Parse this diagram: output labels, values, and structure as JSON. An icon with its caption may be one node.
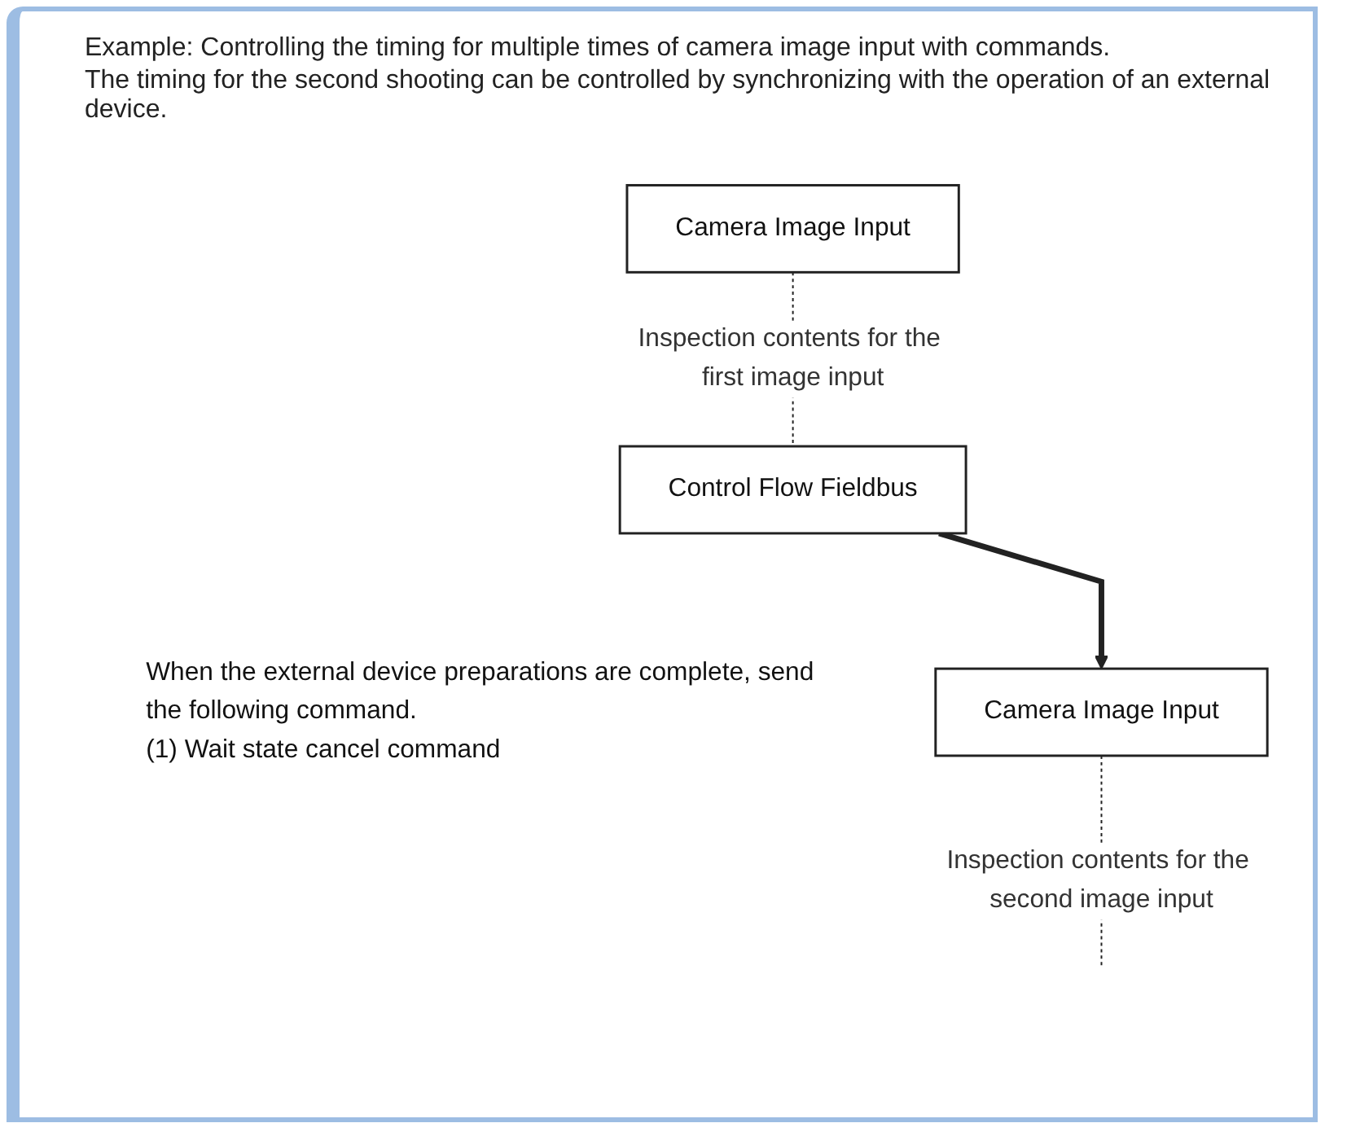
{
  "diagram": {
    "nodes": [
      {
        "text": [
          "Camera Image Input"
        ]
      },
      {
        "text": [
          "Control Flow Fieldbus"
        ],
        "beside": [
          "When the external device preparations are complete, send the following command.",
          "(1) Wait state cancel command"
        ]
      },
      {
        "text": [
          "Camera Image Input"
        ]
      }
    ],
    "edges": [
      {
        "from": 0,
        "to": 1,
        "arrow": "none",
        "style": "dashed",
        "label": "Inspection contents for the first image input"
      },
      {
        "from": 1,
        "to": 2,
        "arrow": "to",
        "style": "thick"
      },
      {
        "from": 2,
        "to": null,
        "arrow": "none",
        "style": "dashed",
        "label": "Inspection contents for the second image input"
      }
    ],
    "labels": [
      "Example: Controlling the timing for multiple times of camera image input with commands.",
      "The timing for the second shooting can be controlled by synchronizing with the operation of an external device."
    ]
  }
}
